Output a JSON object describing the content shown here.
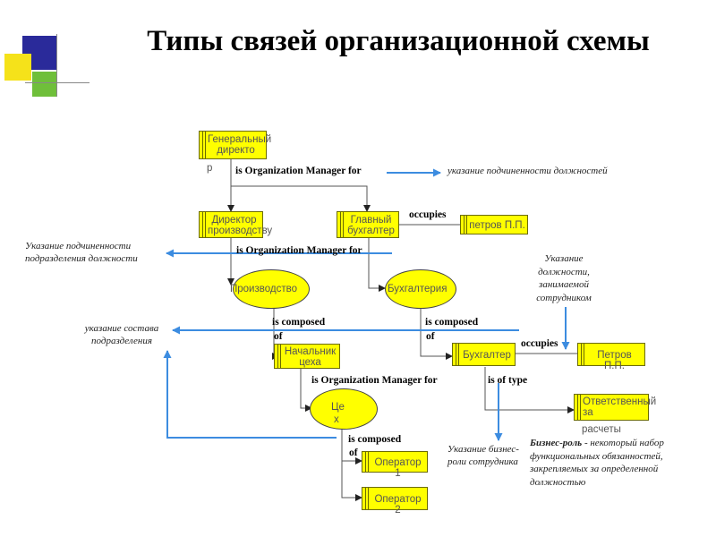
{
  "title": "Типы связей организационной схемы",
  "colors": {
    "box_fill": "#ffff00",
    "arrow_blue": "#3c8ce0",
    "deco_blue": "#2a2a9a",
    "deco_yellow": "#f5e21a",
    "deco_green": "#6fbf3a"
  },
  "nodes": {
    "gen_director_a": "Генеральный",
    "gen_director_b": "директо",
    "gen_director_c": "р",
    "director_prod_a": "Директор",
    "director_prod_b": "производству",
    "chief_accountant_a": "Главный",
    "chief_accountant_b": "бухгалтер",
    "petrov_1": "петров П.П.",
    "production": "Производство",
    "accounting": "Бухгалтерия",
    "shop_head_a": "Начальник",
    "shop_head_b": "цеха",
    "accountant": "Бухгалтер",
    "petrov_2": "Петров П.П.",
    "shop_a": "Це",
    "shop_b": "х",
    "responsible_a": "Ответственный",
    "responsible_b": "за",
    "responsible_c": "расчеты",
    "operator_1": "Оператор 1",
    "operator_2": "Оператор 2"
  },
  "relations": {
    "org_manager_1": "is Organization Manager for",
    "org_manager_2": "is Organization Manager for",
    "org_manager_3": "is Organization Manager for",
    "occupies_1": "occupies",
    "occupies_2": "occupies",
    "composed_1_a": "is composed",
    "composed_1_b": "of",
    "composed_2_a": "is composed",
    "composed_2_b": "of",
    "composed_3_a": "is composed",
    "composed_3_b": "of",
    "of_type": "is of type"
  },
  "notes": {
    "subordination_positions": "указание подчиненности должностей",
    "subordination_dept_a": "Указание подчиненности",
    "subordination_dept_b": "подразделения должности",
    "position_a": "Указание",
    "position_b": "должности,",
    "position_c": "занимаемой",
    "position_d": "сотрудником",
    "composition_a": "указание состава",
    "composition_b": "подразделения",
    "business_role_a": "Указание бизнес-",
    "business_role_b": "роли сотрудника",
    "business_role_def_term": "Бизнес-роль",
    "business_role_def_1": " - некоторый набор",
    "business_role_def_2": "функциональных обязанностей,",
    "business_role_def_3": "закрепляемых за определенной",
    "business_role_def_4": "должностью"
  }
}
